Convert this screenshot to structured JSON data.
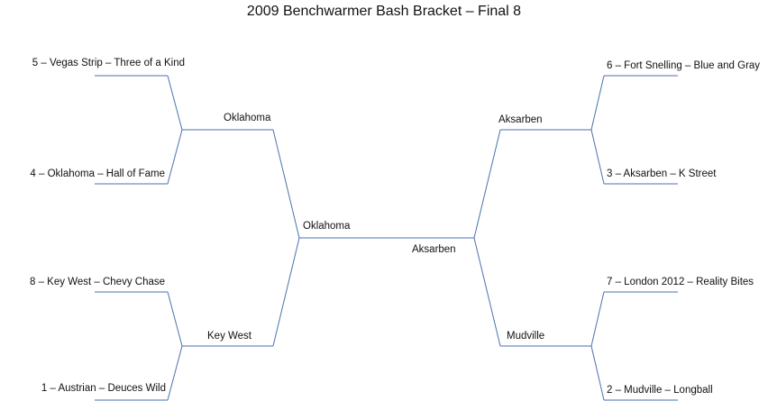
{
  "title": "2009 Benchwarmer Bash Bracket – Final 8",
  "round1": {
    "left": [
      "5 – Vegas Strip – Three of a Kind",
      "4 – Oklahoma – Hall of Fame",
      "8 – Key West – Chevy Chase",
      "1 – Austrian – Deuces Wild"
    ],
    "right": [
      "6 – Fort Snelling – Blue and Gray",
      "3 – Aksarben – K Street",
      "7 – London 2012 – Reality Bites",
      "2 – Mudville – Longball"
    ]
  },
  "round2": {
    "left": [
      "Oklahoma",
      "Key West"
    ],
    "right": [
      "Aksarben",
      "Mudville"
    ]
  },
  "semifinal": {
    "left": "Oklahoma",
    "right": "Aksarben"
  },
  "colors": {
    "line": "#4a72b0",
    "text": "#111111",
    "background": "#ffffff"
  }
}
